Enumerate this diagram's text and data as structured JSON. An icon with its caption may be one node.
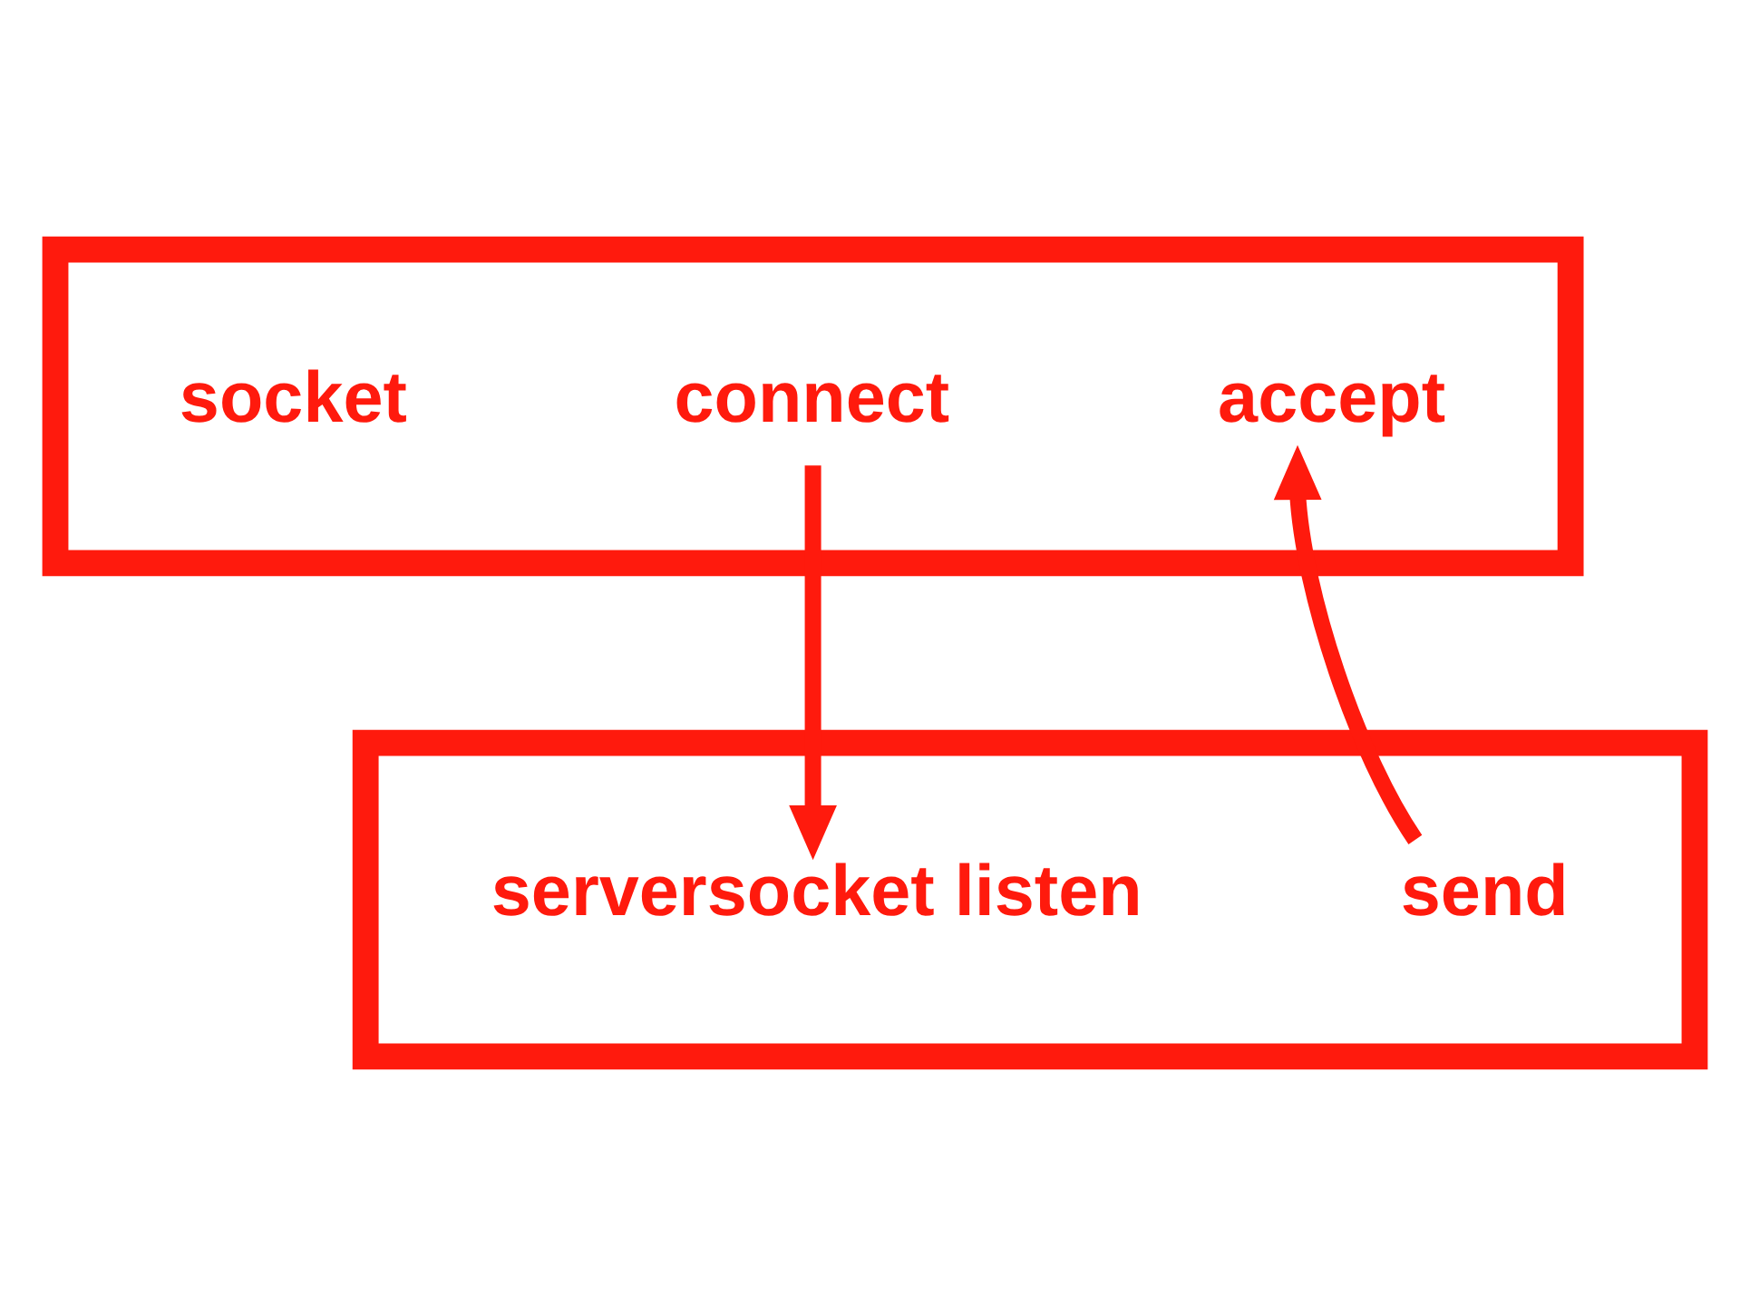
{
  "diagram": {
    "nodes": [
      {
        "text": [],
        "shape": "box"
      },
      {
        "text": [
          "socket"
        ],
        "in": 0
      },
      {
        "text": [
          "connect"
        ],
        "in": 0
      },
      {
        "text": [
          "accept"
        ],
        "in": 0
      },
      {
        "text": [],
        "shape": "box"
      },
      {
        "text": [
          "serversocket listen"
        ],
        "in": 4
      },
      {
        "text": [
          "send"
        ],
        "in": 4
      }
    ],
    "edges": [
      {
        "from": 2,
        "to": 5,
        "arrow": "to"
      },
      {
        "from": 6,
        "to": 3,
        "arrow": "to"
      }
    ]
  }
}
